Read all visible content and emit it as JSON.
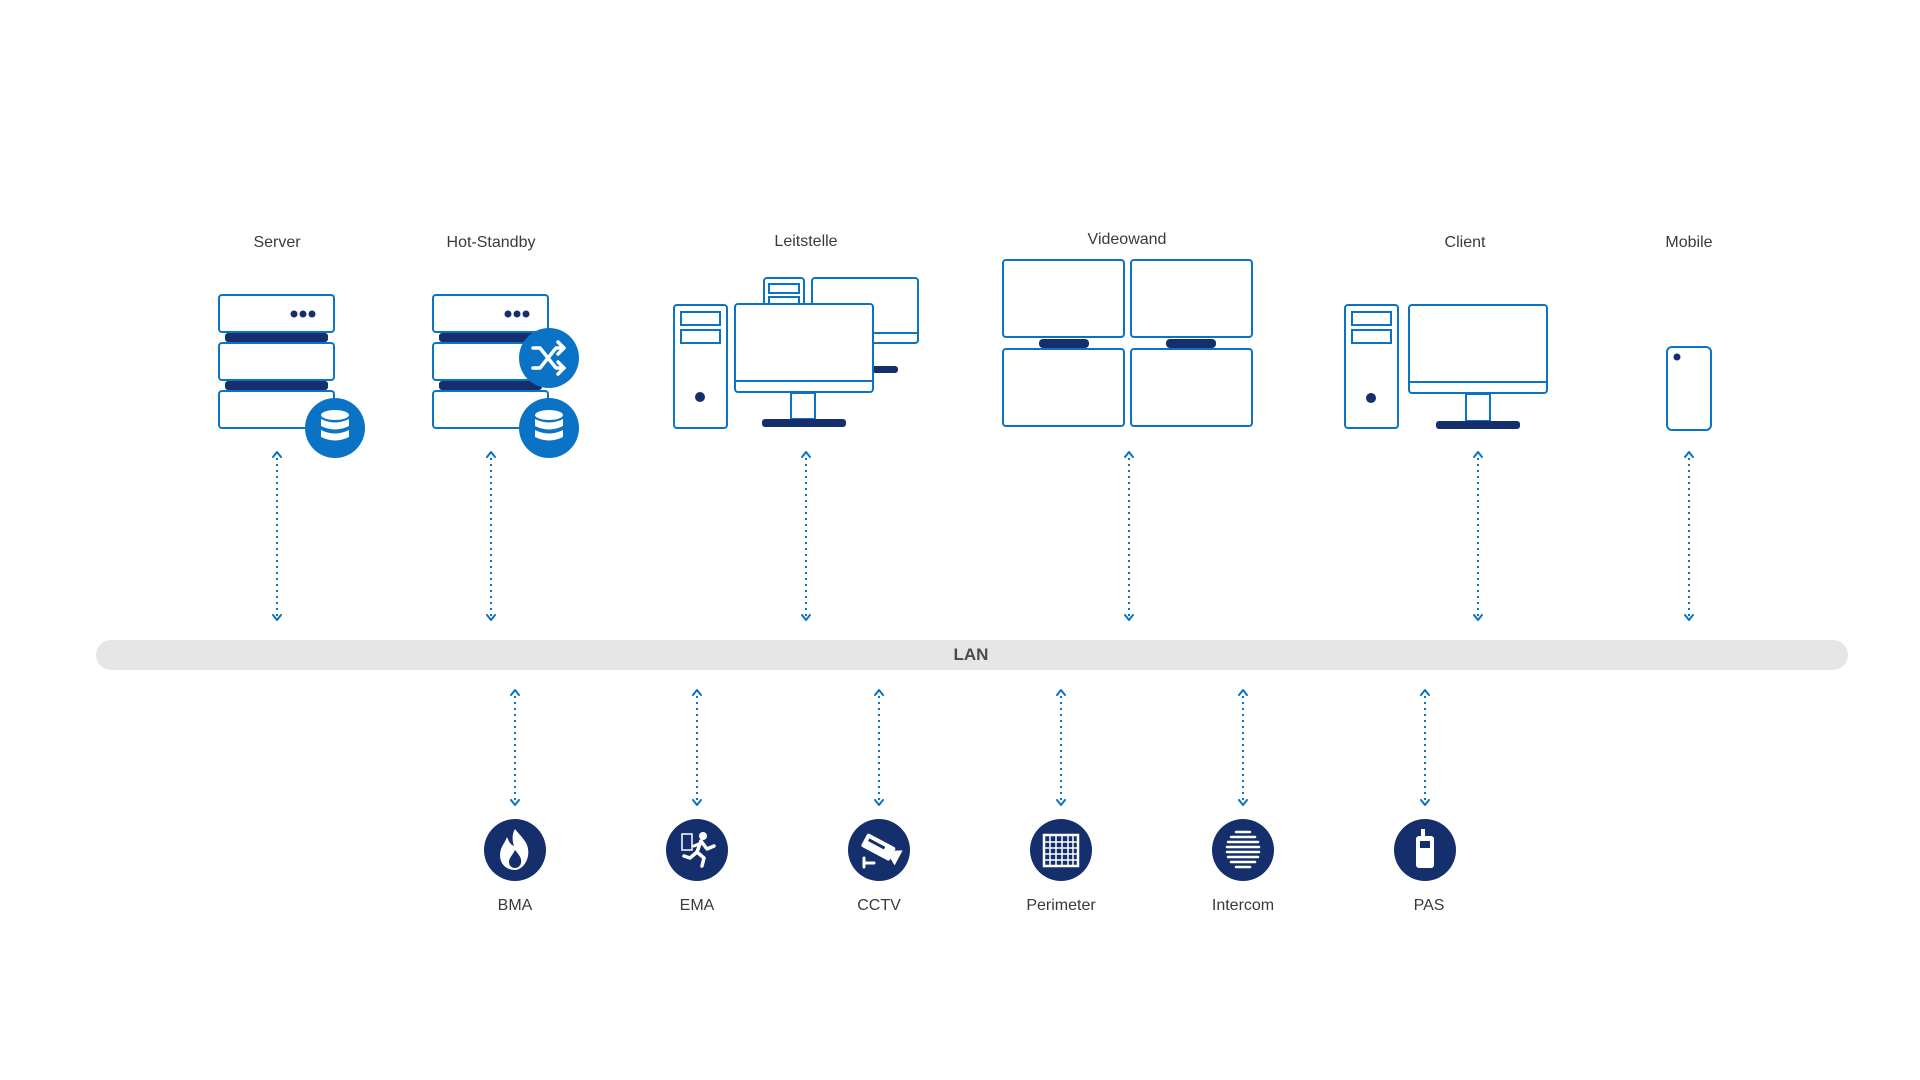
{
  "colors": {
    "outline": "#0a73c6",
    "dark": "#142f6b",
    "badge": "#0a73c6",
    "lan_bar": "#e6e6e6",
    "text": "#3a3a3a"
  },
  "top_devices": [
    {
      "label": "Server",
      "icon": "server-database-icon"
    },
    {
      "label": "Hot-Standby",
      "icon": "server-switch-database-icon"
    },
    {
      "label": "Leitstelle",
      "icon": "control-room-workstation-icon"
    },
    {
      "label": "Videowand",
      "icon": "video-wall-icon"
    },
    {
      "label": "Client",
      "icon": "desktop-computer-icon"
    },
    {
      "label": "Mobile",
      "icon": "smartphone-icon"
    }
  ],
  "lan": {
    "label": "LAN"
  },
  "subsystems": [
    {
      "label": "BMA",
      "icon": "fire-icon"
    },
    {
      "label": "EMA",
      "icon": "intruder-running-icon"
    },
    {
      "label": "CCTV",
      "icon": "cctv-camera-icon"
    },
    {
      "label": "Perimeter",
      "icon": "fence-grid-icon"
    },
    {
      "label": "Intercom",
      "icon": "intercom-speaker-icon"
    },
    {
      "label": "PAS",
      "icon": "walkie-talkie-icon"
    }
  ]
}
